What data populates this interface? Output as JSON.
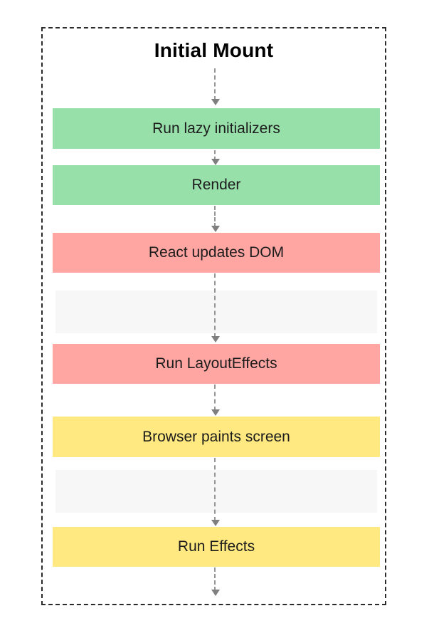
{
  "title": "Initial Mount",
  "steps": [
    {
      "label": "Run lazy initializers",
      "kind": "green"
    },
    {
      "label": "Render",
      "kind": "green"
    },
    {
      "label": "React updates DOM",
      "kind": "red"
    },
    {
      "label": "",
      "kind": "spacer"
    },
    {
      "label": "Run LayoutEffects",
      "kind": "red"
    },
    {
      "label": "Browser paints screen",
      "kind": "yellow"
    },
    {
      "label": "",
      "kind": "spacer"
    },
    {
      "label": "Run Effects",
      "kind": "yellow"
    }
  ],
  "colors": {
    "green": "#98e0aa",
    "red": "#ffa6a3",
    "yellow": "#ffe980",
    "spacer": "#f7f7f7",
    "arrow": "#969696",
    "arrowhead": "#7f7f7f",
    "border": "#2a2a2a",
    "text": "#1c1c1c",
    "title_text": "#000000"
  }
}
